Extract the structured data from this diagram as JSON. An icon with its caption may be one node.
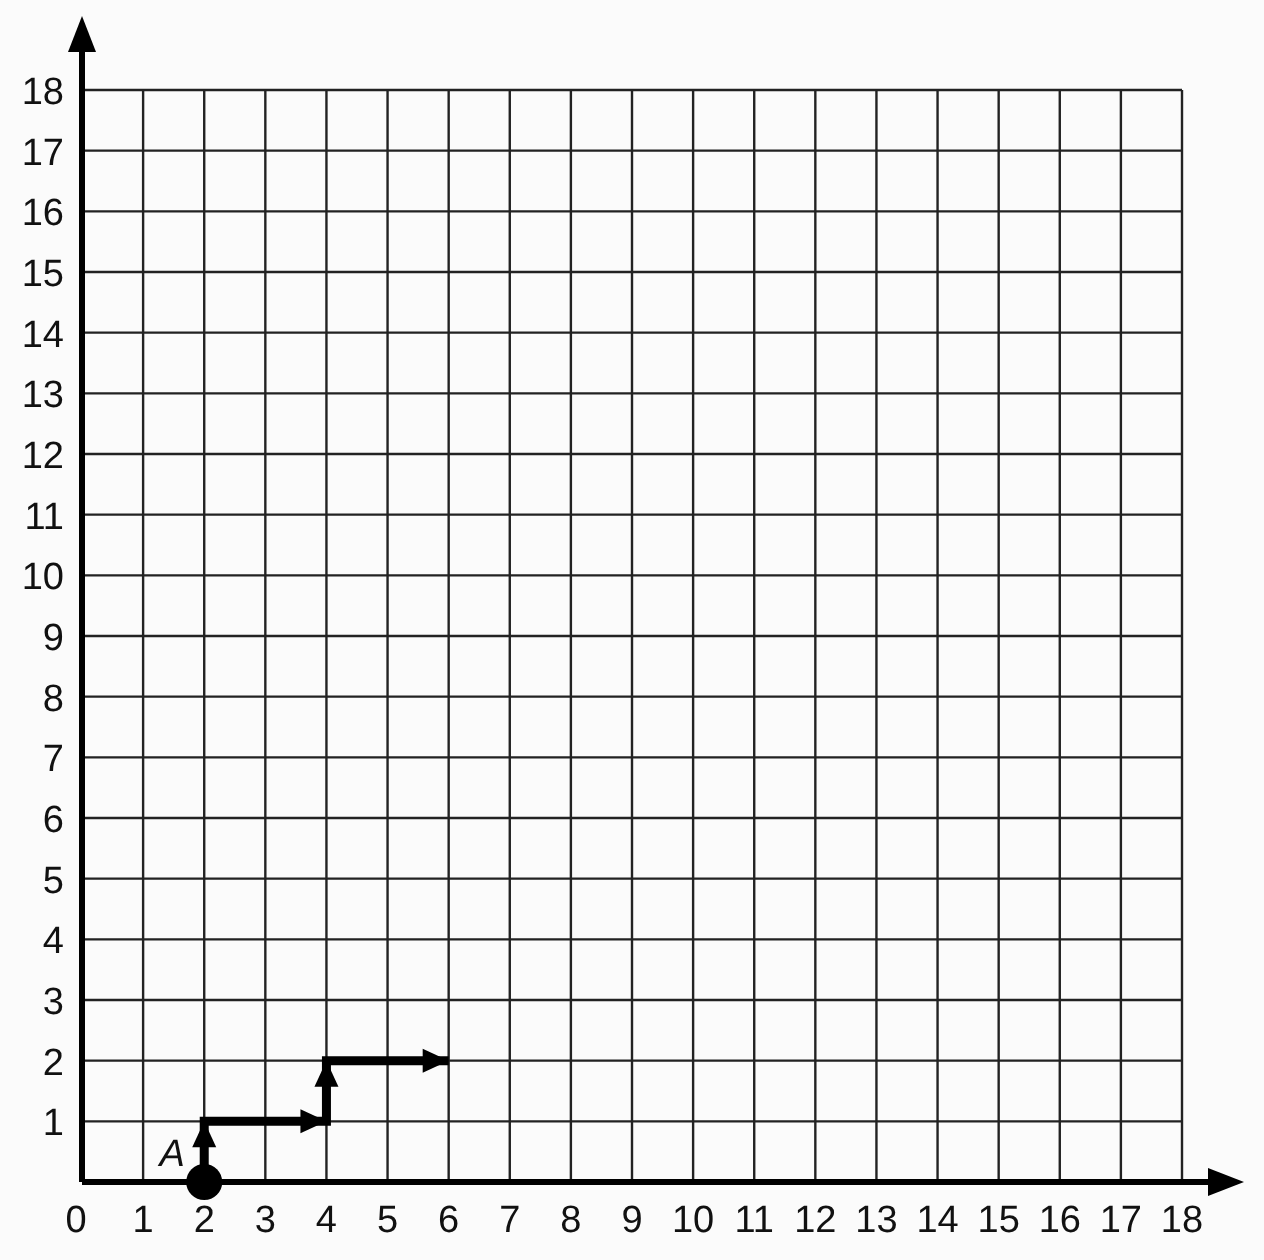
{
  "diagram": {
    "chart_data": {
      "type": "line",
      "x": [
        2,
        2,
        4,
        4,
        6
      ],
      "series": [
        {
          "values": [
            0,
            1,
            1,
            2,
            2
          ],
          "color": "#000000"
        }
      ],
      "xlim": [
        0,
        18
      ],
      "ylim": [
        0,
        18
      ],
      "xticks": [
        0,
        1,
        2,
        3,
        4,
        5,
        6,
        7,
        8,
        9,
        10,
        11,
        12,
        13,
        14,
        15,
        16,
        17,
        18
      ],
      "yticks": [
        1,
        2,
        3,
        4,
        5,
        6,
        7,
        8,
        9,
        10,
        11,
        12,
        13,
        14,
        15,
        16,
        17,
        18
      ],
      "grid": true,
      "annotations": [
        {
          "x": 2,
          "y": 0,
          "text": "A"
        }
      ]
    }
  }
}
